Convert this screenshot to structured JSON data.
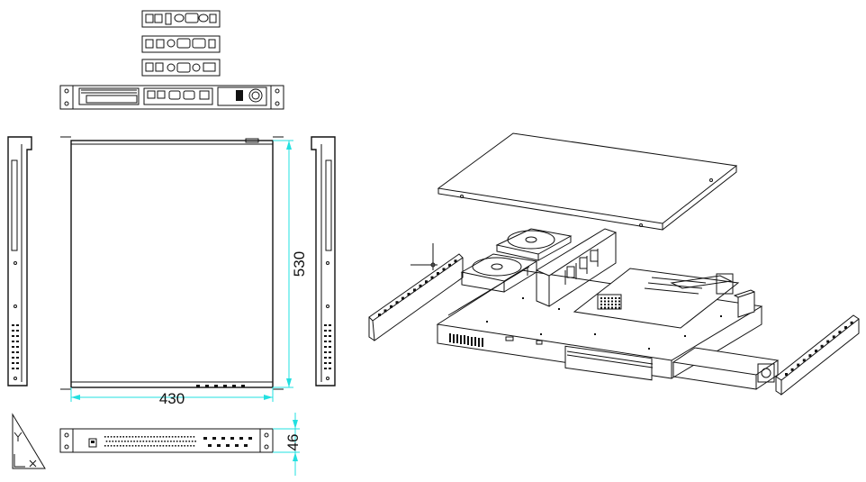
{
  "dimensions": {
    "width": "430",
    "depth": "530",
    "height": "46"
  },
  "icons": {
    "ucs": "ucs-axis-icon"
  },
  "colors": {
    "dimension_line": "#22e0e0",
    "linework": "#111111",
    "background": "#ffffff"
  }
}
